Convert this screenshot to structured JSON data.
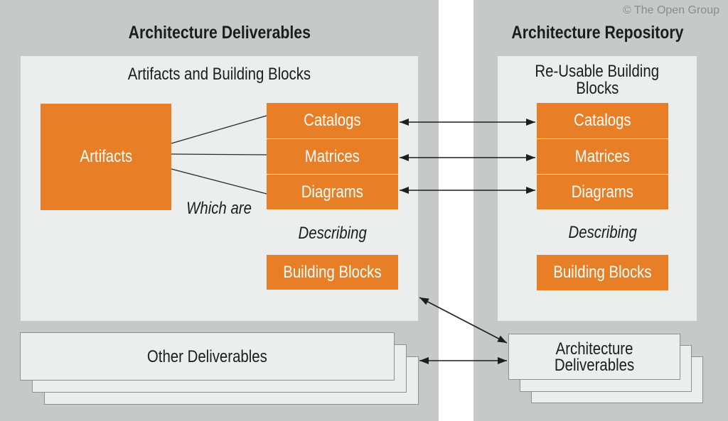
{
  "copyright": "© The Open Group",
  "colors": {
    "accent_orange": "#E87E26",
    "panel_gray": "#C7C9C9",
    "inner_gray": "#ECEDED",
    "arrow_black": "#1E1E1E"
  },
  "left_panel": {
    "title": "Architecture Deliverables",
    "inner_title": "Artifacts and Building Blocks",
    "artifacts_label": "Artifacts",
    "boxes": [
      "Catalogs",
      "Matrices",
      "Diagrams"
    ],
    "which_are": "Which are",
    "describing": "Describing",
    "building_blocks": "Building Blocks",
    "stack_label": "Other Deliverables"
  },
  "right_panel": {
    "title": "Architecture Repository",
    "inner_title_line1": "Re-Usable Building",
    "inner_title_line2": "Blocks",
    "boxes": [
      "Catalogs",
      "Matrices",
      "Diagrams"
    ],
    "describing": "Describing",
    "building_blocks": "Building Blocks",
    "stack_label_line1": "Architecture",
    "stack_label_line2": "Deliverables"
  }
}
